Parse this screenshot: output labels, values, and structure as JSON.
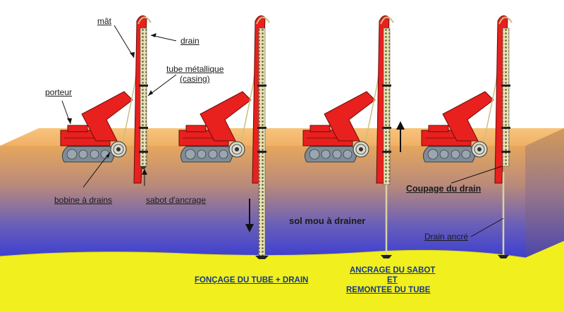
{
  "labels": {
    "mat": "mât",
    "drain": "drain",
    "tube_line1": "tube métallique",
    "tube_line2": "(casing)",
    "porteur": "porteur",
    "bobine": "bobine à drains",
    "sabot": "sabot d'ancrage",
    "sol": "sol mou à drainer",
    "coupage": "Coupage du drain",
    "drain_ancre": "Drain ancré"
  },
  "captions": {
    "foncage": "FONÇAGE DU TUBE + DRAIN",
    "ancrage_line1": "ANCRAGE DU SABOT",
    "ancrage_line2": "ET",
    "ancrage_line3": "REMONTEE DU TUBE"
  },
  "colors": {
    "crane_red": "#e8201e",
    "crawler_grey": "#7c8a96",
    "surface_top": "#f3b56a",
    "soft_soil_top": "#e9a85a",
    "soft_soil_bottom": "#3a3fd0",
    "base_yellow": "#f2ef1f",
    "caption_blue": "#123a8a"
  }
}
